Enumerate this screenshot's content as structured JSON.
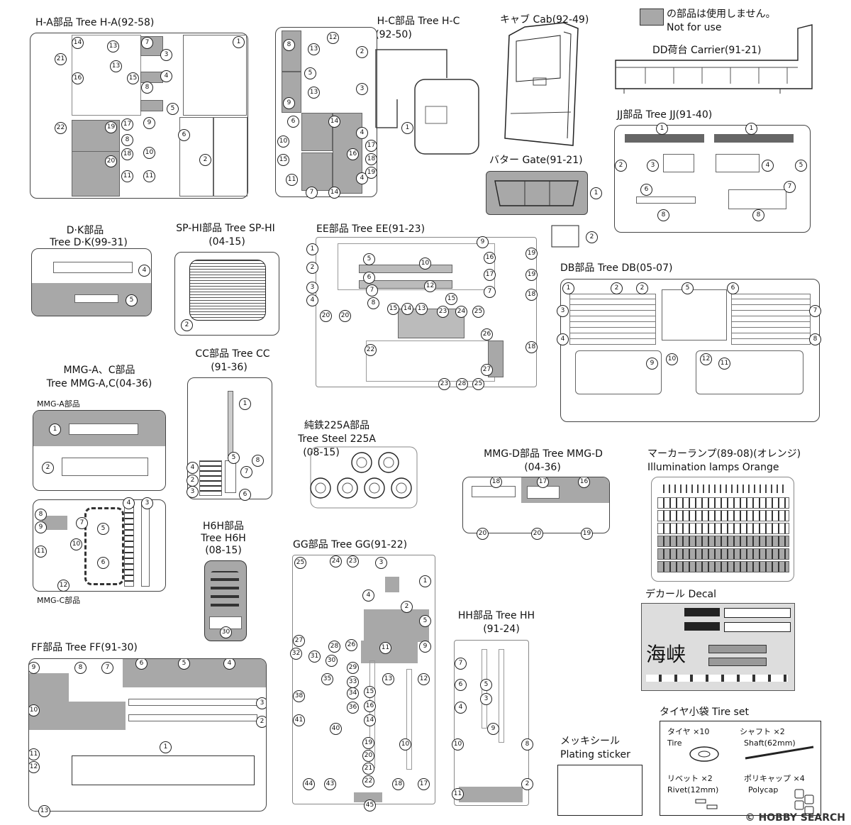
{
  "legend": {
    "line1": "の部品は使用しません。",
    "line2": "Not for use"
  },
  "trees": {
    "ha": {
      "title": "H-A部品 Tree H-A(92-58)"
    },
    "hc": {
      "title1": "H-C部品 Tree H-C",
      "title2": "(92-50)"
    },
    "cab": {
      "title": "キャブ Cab(92-49)"
    },
    "dd": {
      "title": "DD荷台 Carrier(91-21)"
    },
    "jj": {
      "title": "JJ部品 Tree JJ(91-40)"
    },
    "gate": {
      "title": "バター Gate(91-21)"
    },
    "dk": {
      "title1": "D·K部品",
      "title2": "Tree D·K(99-31)"
    },
    "sphi": {
      "title1": "SP-HI部品 Tree SP-HI",
      "title2": "(04-15)"
    },
    "ee": {
      "title": "EE部品 Tree EE(91-23)"
    },
    "db": {
      "title": "DB部品 Tree DB(05-07)"
    },
    "cc": {
      "title1": "CC部品 Tree CC",
      "title2": "(91-36)"
    },
    "mmgac": {
      "title1": "MMG-A、C部品",
      "title2": "Tree MMG-A,C(04-36)",
      "sub_a": "MMG-A部品",
      "sub_c": "MMG-C部品"
    },
    "steel": {
      "title1": "純鉄225A部品",
      "title2": "Tree Steel 225A",
      "title3": "(08-15)"
    },
    "mmgd": {
      "title1": "MMG-D部品 Tree MMG-D",
      "title2": "(04-36)"
    },
    "marker": {
      "title1": "マーカーランプ(89-08)(オレンジ)",
      "title2": "Illumination lamps Orange"
    },
    "h6h": {
      "title1": "H6H部品",
      "title2": "Tree H6H",
      "title3": "(08-15)"
    },
    "gg": {
      "title": "GG部品 Tree GG(91-22)"
    },
    "decal": {
      "title": "デカール Decal",
      "text1": "海峡"
    },
    "hh": {
      "title1": "HH部品 Tree HH",
      "title2": "(91-24)"
    },
    "ff": {
      "title": "FF部品 Tree FF(91-30)"
    },
    "plating": {
      "title1": "メッキシール",
      "title2": "Plating sticker"
    },
    "tireset": {
      "title": "タイヤ小袋 Tire set",
      "tire": {
        "jp": "タイヤ ×10",
        "en": "Tire"
      },
      "shaft": {
        "jp": "シャフト ×2",
        "en": "Shaft(62mm)"
      },
      "rivet": {
        "jp": "リベット ×2",
        "en": "Rivet(12mm)"
      },
      "polycap": {
        "jp": "ポリキャップ ×4",
        "en": "Polycap"
      }
    }
  },
  "watermark": "© HOBBY SEARCH"
}
